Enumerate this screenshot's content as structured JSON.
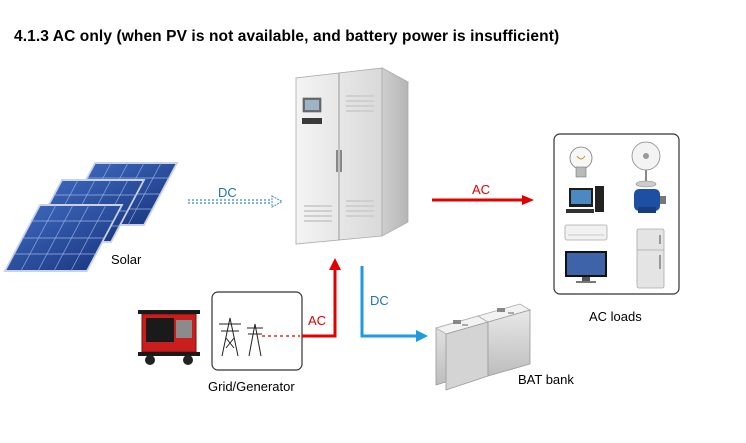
{
  "heading": "4.1.3 AC only (when PV is not available, and battery power is insufficient)",
  "labels": {
    "solar": "Solar",
    "grid_generator": "Grid/Generator",
    "bat_bank": "BAT bank",
    "ac_loads": "AC loads"
  },
  "flows": {
    "solar_to_inverter": "DC",
    "inverter_to_loads": "AC",
    "grid_to_inverter": "AC",
    "inverter_to_battery": "DC"
  },
  "colors": {
    "ac_arrow": "#e00000",
    "dc_arrow": "#1e9bdc",
    "dc_inactive": "#5a9bd5"
  }
}
